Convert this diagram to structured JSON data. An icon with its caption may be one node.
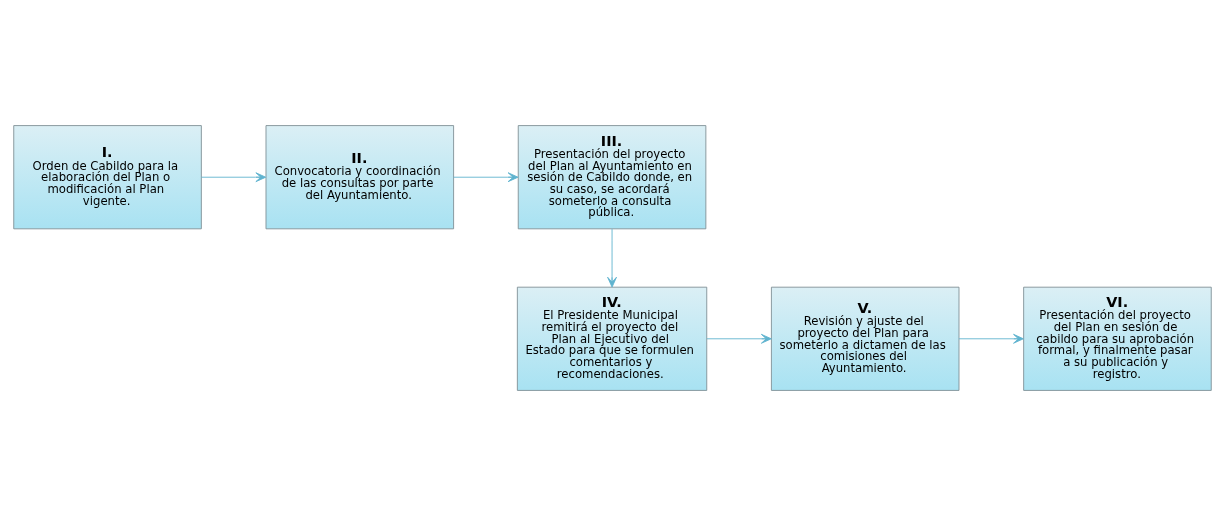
{
  "diagram": {
    "nodes": [
      {
        "text": [
          "I.",
          "Orden de Cabildo para la elaboración del Plan o modificación al Plan vigente."
        ]
      },
      {
        "text": [
          "II.",
          "Convocatoria y coordinación de las consultas por parte del Ayuntamiento."
        ]
      },
      {
        "text": [
          "III.",
          "Presentación del proyecto del Plan al Ayuntamiento en sesión de Cabildo donde, en su caso, se acordará someterlo a consulta pública."
        ]
      },
      {
        "text": [
          "IV.",
          "El Presidente Municipal remitirá el proyecto del Plan al Ejecutivo del Estado para que se formulen comentarios y recomendaciones."
        ]
      },
      {
        "text": [
          "V.",
          "Revisión y ajuste del proyecto del Plan para someterlo a dictamen de las comisiones del Ayuntamiento."
        ]
      },
      {
        "text": [
          "VI.",
          "Presentación del proyecto del Plan en sesión de cabildo para su aprobación formal, y finalmente pasar a su publicación y registro."
        ]
      }
    ],
    "edges": [
      {
        "from": 0,
        "to": 1,
        "arrow": "to"
      },
      {
        "from": 1,
        "to": 2,
        "arrow": "to"
      },
      {
        "from": 2,
        "to": 3,
        "arrow": "to"
      },
      {
        "from": 3,
        "to": 4,
        "arrow": "to"
      },
      {
        "from": 4,
        "to": 5,
        "arrow": "to"
      }
    ]
  }
}
